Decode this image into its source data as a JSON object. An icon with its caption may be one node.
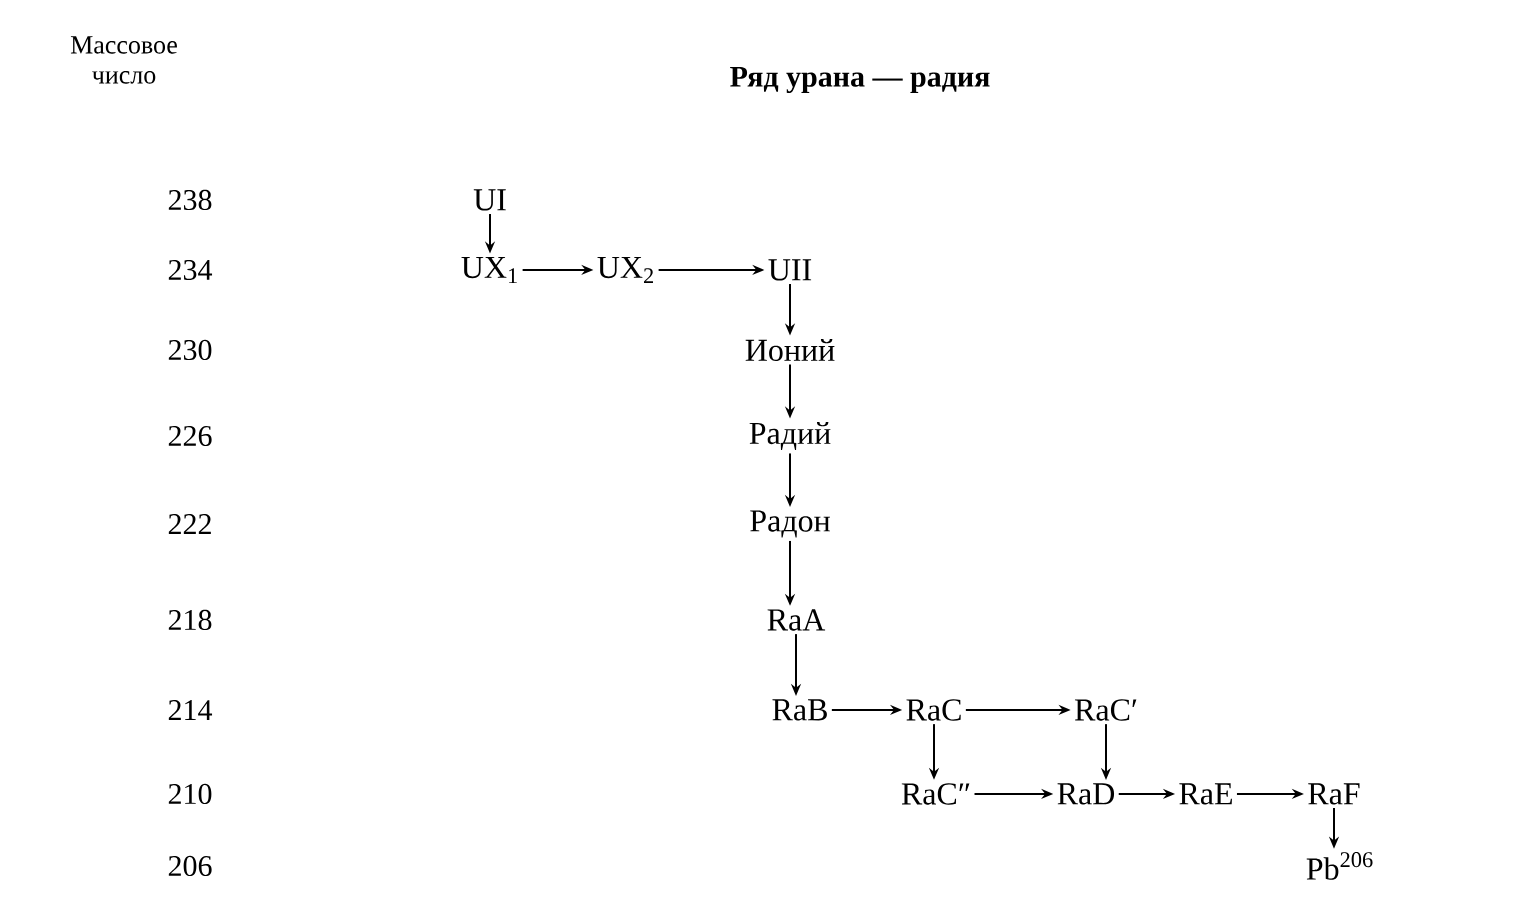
{
  "diagram": {
    "title": "Ряд урана — радия",
    "nodes": [
      {
        "text": [
          "UI"
        ]
      },
      {
        "text": [
          "UX$_{1}$"
        ]
      },
      {
        "text": [
          "UX$_{2}$"
        ]
      },
      {
        "text": [
          "UII"
        ]
      },
      {
        "text": [
          "Ионий"
        ]
      },
      {
        "text": [
          "Радий"
        ]
      },
      {
        "text": [
          "Радон"
        ]
      },
      {
        "text": [
          "RaA"
        ]
      },
      {
        "text": [
          "RaB"
        ]
      },
      {
        "text": [
          "RaC"
        ]
      },
      {
        "text": [
          "RaC′"
        ]
      },
      {
        "text": [
          "RaC″"
        ]
      },
      {
        "text": [
          "RaD"
        ]
      },
      {
        "text": [
          "RaE"
        ]
      },
      {
        "text": [
          "RaF"
        ]
      },
      {
        "text": [
          "Pb$^{206}$"
        ]
      }
    ],
    "edges": [
      {
        "from": 0,
        "to": 1,
        "arrow": "to"
      },
      {
        "from": 1,
        "to": 2,
        "arrow": "to"
      },
      {
        "from": 2,
        "to": 3,
        "arrow": "to"
      },
      {
        "from": 3,
        "to": 4,
        "arrow": "to"
      },
      {
        "from": 4,
        "to": 5,
        "arrow": "to"
      },
      {
        "from": 5,
        "to": 6,
        "arrow": "to"
      },
      {
        "from": 6,
        "to": 7,
        "arrow": "to"
      },
      {
        "from": 7,
        "to": 8,
        "arrow": "to"
      },
      {
        "from": 8,
        "to": 9,
        "arrow": "to"
      },
      {
        "from": 9,
        "to": 10,
        "arrow": "to"
      },
      {
        "from": 9,
        "to": 11,
        "arrow": "to"
      },
      {
        "from": 10,
        "to": 12,
        "arrow": "to"
      },
      {
        "from": 11,
        "to": 12,
        "arrow": "to"
      },
      {
        "from": 12,
        "to": 13,
        "arrow": "to"
      },
      {
        "from": 13,
        "to": 14,
        "arrow": "to"
      },
      {
        "from": 14,
        "to": 15,
        "arrow": "to"
      }
    ],
    "labels": [
      "Массовое число",
      "238",
      "234",
      "230",
      "226",
      "222",
      "218",
      "214",
      "210",
      "206"
    ]
  }
}
